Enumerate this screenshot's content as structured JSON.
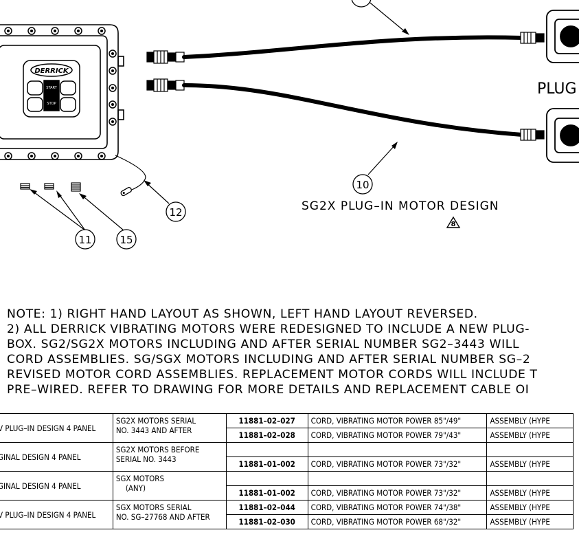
{
  "callouts": {
    "c10": "10",
    "c11": "11",
    "c12": "12",
    "c15": "15"
  },
  "panel": {
    "brand": "DERRICK",
    "start": "START",
    "stop": "STOP"
  },
  "caption": "SG2X PLUG–IN MOTOR DESIGN",
  "revision_mark": "8",
  "plug_label": "PLUG",
  "notes": [
    "NOTE: 1) RIGHT HAND LAYOUT AS SHOWN, LEFT HAND LAYOUT REVERSED.",
    "2) ALL DERRICK VIBRATING MOTORS WERE REDESIGNED TO INCLUDE A NEW PLUG-",
    "BOX. SG2/SG2X MOTORS INCLUDING AND AFTER SERIAL NUMBER SG2–3443 WILL",
    "CORD ASSEMBLIES. SG/SGX MOTORS INCLUDING AND AFTER SERIAL NUMBER SG–2",
    "REVISED MOTOR CORD ASSEMBLIES. REPLACEMENT MOTOR CORDS WILL INCLUDE T",
    "PRE–WIRED. REFER TO DRAWING FOR MORE DETAILS AND REPLACEMENT CABLE OI"
  ],
  "table": {
    "groups": [
      {
        "design": "V PLUG–IN DESIGN 4 PANEL",
        "serial": [
          "SG2X MOTORS SERIAL",
          "NO. 3443 AND AFTER"
        ],
        "rows": [
          {
            "part": "11881–02–027",
            "desc": "CORD, VIBRATING MOTOR POWER 85\"/49\"",
            "assy": "ASSEMBLY (HYPE"
          },
          {
            "part": "11881–02–028",
            "desc": "CORD, VIBRATING MOTOR POWER 79\"/43\"",
            "assy": "ASSEMBLY (HYPE"
          }
        ]
      },
      {
        "design": "GINAL DESIGN 4 PANEL",
        "serial": [
          "SG2X MOTORS BEFORE",
          "SERIAL NO. 3443"
        ],
        "rows": [
          {
            "part": "",
            "desc": "",
            "assy": ""
          },
          {
            "part": "11881–01–002",
            "desc": "CORD, VIBRATING MOTOR POWER 73\"/32\"",
            "assy": "ASSEMBLY (HYPE"
          }
        ]
      },
      {
        "design": "GINAL DESIGN 4 PANEL",
        "serial": [
          "SGX MOTORS",
          "(ANY)"
        ],
        "rows": [
          {
            "part": "",
            "desc": "",
            "assy": ""
          },
          {
            "part": "11881–01–002",
            "desc": "CORD, VIBRATING MOTOR POWER 73\"/32\"",
            "assy": "ASSEMBLY (HYPE"
          }
        ]
      },
      {
        "design": "V PLUG–IN DESIGN 4 PANEL",
        "serial": [
          "SGX MOTORS SERIAL",
          "NO. SG–27768 AND AFTER"
        ],
        "rows": [
          {
            "part": "11881–02–044",
            "desc": "CORD, VIBRATING MOTOR POWER 74\"/38\"",
            "assy": "ASSEMBLY (HYPE"
          },
          {
            "part": "11881–02–030",
            "desc": "CORD, VIBRATING MOTOR POWER 68\"/32\"",
            "assy": "ASSEMBLY (HYPE"
          }
        ]
      }
    ]
  }
}
